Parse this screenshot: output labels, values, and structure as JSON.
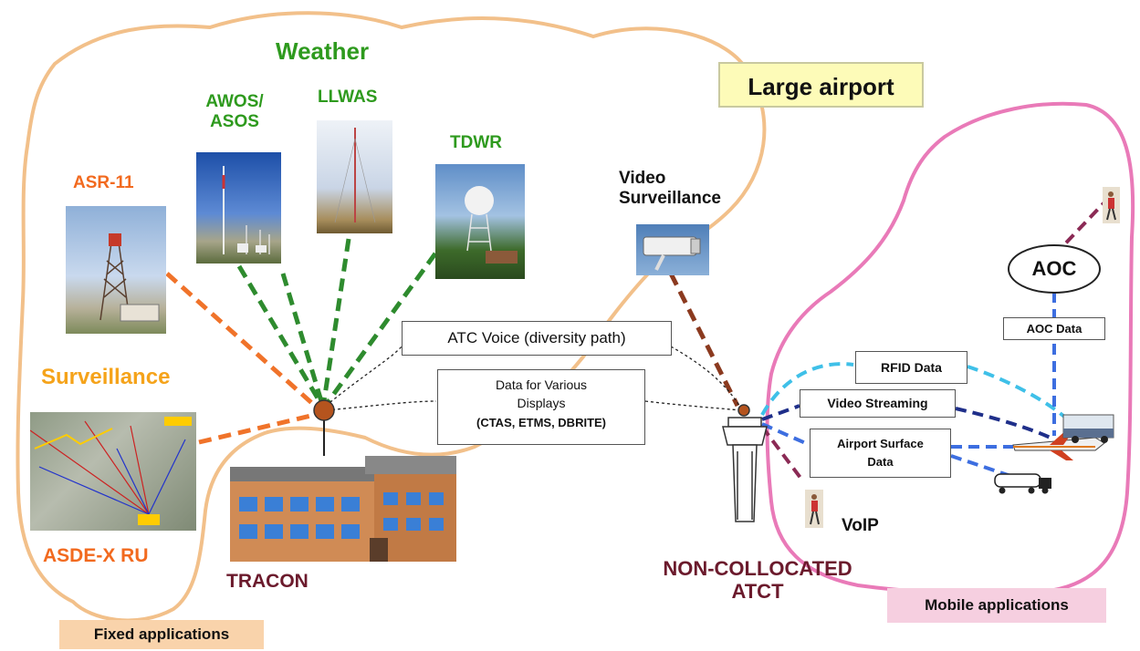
{
  "title": "Large airport",
  "weather": {
    "heading": "Weather",
    "awos": [
      "AWOS/",
      "ASOS"
    ],
    "llwas": "LLWAS",
    "tdwr": "TDWR"
  },
  "asr": "ASR-11",
  "surveillance": "Surveillance",
  "asde": "ASDE-X RU",
  "video_surveillance": [
    "Video",
    "Surveillance"
  ],
  "tracon": "TRACON",
  "atct": [
    "NON-COLLOCATED",
    "ATCT"
  ],
  "atc_voice": "ATC Voice (diversity path)",
  "data_displays": [
    "Data for Various",
    "Displays",
    "(CTAS, ETMS, DBRITE)"
  ],
  "aoc": "AOC",
  "aoc_data": "AOC Data",
  "rfid_data": "RFID Data",
  "video_streaming": "Video Streaming",
  "airport_surface_data": [
    "Airport Surface",
    "Data"
  ],
  "voip": "VoIP",
  "fixed_applications": "Fixed applications",
  "mobile_applications": "Mobile applications",
  "colors": {
    "fixed_boundary": "#f2c08a",
    "mobile_boundary": "#e97ab8",
    "green_link": "#2e8b2e",
    "orange_link": "#f0732a",
    "brown_link": "#8b3a1f",
    "cyan_link": "#3fc0e8",
    "navy_link": "#1f2f8a",
    "blue_link": "#3d6ee0",
    "aoc_link": "#8b2a55"
  }
}
